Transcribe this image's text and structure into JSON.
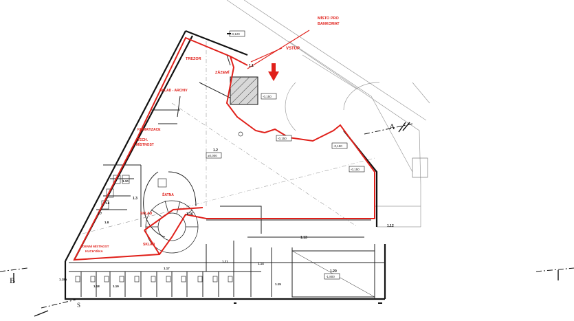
{
  "annotations": {
    "misto_pro_bankomat_1": "MÍSTO PRO",
    "misto_pro_bankomat_2": "BANKOMAT",
    "vstup": "VSTUP",
    "trezor": "TREZOR",
    "zazemi": "ZÁZEMÍ",
    "sklad_archiv": "SKLAD - ARCHIV",
    "klimatizace": "KLIMATIZACE",
    "tech_mistnost_1": "TECH.",
    "tech_mistnost_2": "MÍSTNOST",
    "satna": "ŠATNA",
    "sklad_1": "SKLAD",
    "sklad_2": "SKLAD",
    "denni_1": "DENNÍ MÍSTNOST",
    "denni_2": "KUCHYŇKA"
  },
  "rooms": {
    "r11": "1.1",
    "r12": "1.2",
    "r13": "1.3",
    "r16": "1.6",
    "r17": "1.7",
    "r18": "1.8",
    "r110": "1.10",
    "r112": "1.12",
    "r113": "1.13",
    "r114": "1.14",
    "r115": "1.15",
    "r116": "1.16",
    "r117": "1.17",
    "r118": "1.18",
    "r118a": "1.18a",
    "r119": "1.19",
    "r120": "1.20",
    "r121": "1.21"
  },
  "levels": {
    "l_main": "±0,000",
    "l_a": "-0,150",
    "l_b": "-0,150",
    "l_c": "-0,150",
    "l_d": "-0,150",
    "l_top": "-0,120",
    "l_120": "-1,800"
  },
  "axes": {
    "a": "A",
    "b": "B",
    "s": "S"
  }
}
